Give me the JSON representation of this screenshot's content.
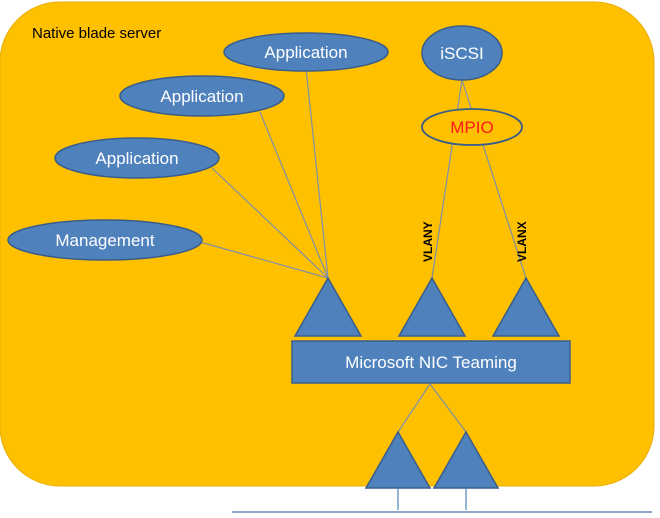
{
  "server": {
    "title": "Native blade server"
  },
  "nodes": {
    "application_1": "Application",
    "application_2": "Application",
    "application_3": "Application",
    "management": "Management",
    "iscsi": "iSCSI",
    "mpio": "MPIO"
  },
  "vlans": {
    "vlan_y": "VLANY",
    "vlan_x": "VLANX"
  },
  "teaming": {
    "label": "Microsoft NIC Teaming"
  },
  "colors": {
    "server_fill": "#ffc000",
    "node_fill": "#4f81bd",
    "node_stroke": "#385d8a",
    "mpio_text": "#ff1a1a"
  }
}
